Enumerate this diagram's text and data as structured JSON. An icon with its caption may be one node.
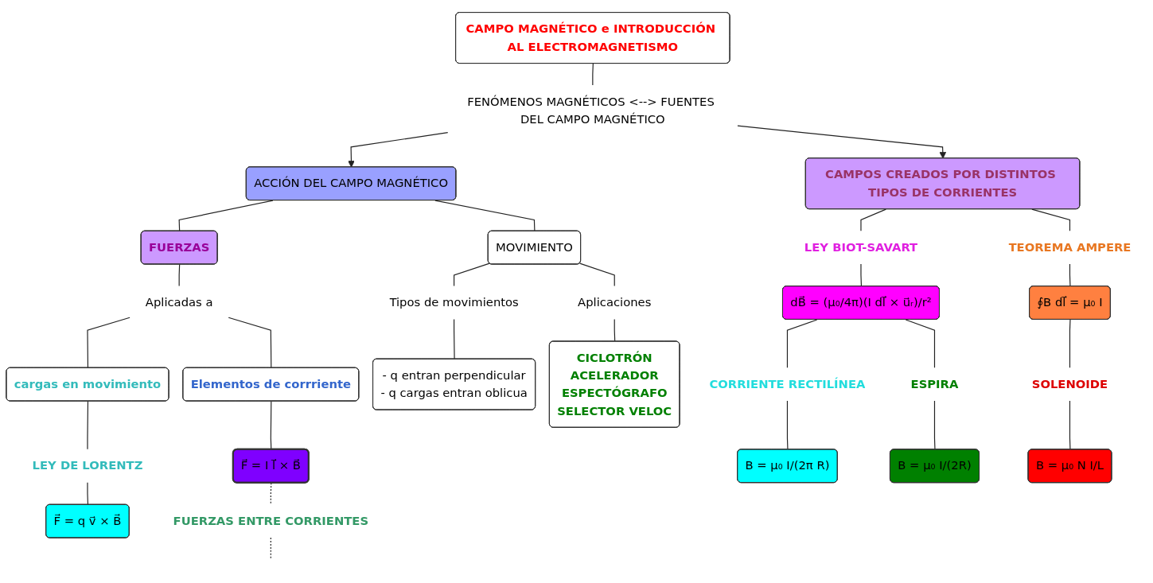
{
  "diagram": {
    "nodes": [
      {
        "text": [
          "CAMPO MAGNÉTICO e INTRODUCCIÓN AL ELECTROMAGNETISMO"
        ]
      },
      {
        "text": [
          "FENÓMENOS MAGNÉTICOS <--> FUENTES DEL CAMPO MAGNÉTICO"
        ]
      },
      {
        "text": [
          "ACCIÓN DEL CAMPO MAGNÉTICO"
        ]
      },
      {
        "text": [
          "CAMPOS CREADOS POR DISTINTOS TIPOS DE CORRIENTES"
        ]
      },
      {
        "text": [
          "FUERZAS"
        ]
      },
      {
        "text": [
          "MOVIMIENTO"
        ]
      },
      {
        "text": [
          "Aplicadas a"
        ]
      },
      {
        "text": [
          "Tipos de movimientos"
        ]
      },
      {
        "text": [
          "Aplicaciones"
        ]
      },
      {
        "text": [
          "- q entran perpendicular",
          "- q cargas entran oblicua"
        ]
      },
      {
        "text": [
          "cargas en movimiento"
        ]
      },
      {
        "text": [
          "Elementos de corrriente"
        ]
      },
      {
        "text": [
          "LEY DE LORENTZ"
        ]
      },
      {
        "text": [
          "F⃗ = q v⃗ × B⃗"
        ]
      },
      {
        "text": [
          "F⃗ = I l⃗ × B⃗"
        ]
      },
      {
        "text": [
          "FUERZAS ENTRE CORRIENTES"
        ]
      },
      {
        "text": [
          "CICLOTRÓN",
          "ACELERADOR",
          "ESPECTÓGRAFO",
          "SELECTOR VELOC"
        ]
      },
      {
        "text": [
          "LEY BIOT-SAVART"
        ]
      },
      {
        "text": [
          "TEOREMA AMPERE"
        ]
      },
      {
        "text": [
          "dB⃗ = (μ₀/4π)(I dl⃗ × u⃗ᵣ)/r²"
        ]
      },
      {
        "text": [
          "∮B dl⃗ = μ₀ I"
        ]
      },
      {
        "text": [
          "CORRIENTE RECTILÍNEA"
        ]
      },
      {
        "text": [
          "ESPIRA"
        ]
      },
      {
        "text": [
          "SOLENOIDE"
        ]
      },
      {
        "text": [
          "B = μ₀ I/(2π R)"
        ]
      },
      {
        "text": [
          "B = μ₀ I/(2R)"
        ]
      },
      {
        "text": [
          "B = μ₀ N I/L"
        ]
      }
    ],
    "edges": [
      {
        "from": 0,
        "to": 1,
        "arrow": "none"
      },
      {
        "from": 1,
        "to": 2,
        "arrow": "to"
      },
      {
        "from": 1,
        "to": 3,
        "arrow": "to"
      },
      {
        "from": 2,
        "to": 4,
        "arrow": "none"
      },
      {
        "from": 2,
        "to": 5,
        "arrow": "none"
      },
      {
        "from": 4,
        "to": 6,
        "arrow": "none"
      },
      {
        "from": 6,
        "to": 10,
        "arrow": "none"
      },
      {
        "from": 6,
        "to": 11,
        "arrow": "none"
      },
      {
        "from": 10,
        "to": 12,
        "arrow": "none"
      },
      {
        "from": 12,
        "to": 13,
        "arrow": "none"
      },
      {
        "from": 11,
        "to": 14,
        "arrow": "none"
      },
      {
        "from": 14,
        "to": 15,
        "arrow": "none",
        "style": "dashed"
      },
      {
        "from": 15,
        "to": null,
        "arrow": "none",
        "style": "dashed"
      },
      {
        "from": 5,
        "to": 7,
        "arrow": "none"
      },
      {
        "from": 7,
        "to": 9,
        "arrow": "none"
      },
      {
        "from": 5,
        "to": 8,
        "arrow": "none"
      },
      {
        "from": 8,
        "to": 16,
        "arrow": "none"
      },
      {
        "from": 3,
        "to": 17,
        "arrow": "none"
      },
      {
        "from": 3,
        "to": 18,
        "arrow": "none"
      },
      {
        "from": 17,
        "to": 19,
        "arrow": "none"
      },
      {
        "from": 18,
        "to": 20,
        "arrow": "none"
      },
      {
        "from": 19,
        "to": 21,
        "arrow": "none"
      },
      {
        "from": 19,
        "to": 22,
        "arrow": "none"
      },
      {
        "from": 20,
        "to": 23,
        "arrow": "none"
      },
      {
        "from": 21,
        "to": 24,
        "arrow": "none"
      },
      {
        "from": 22,
        "to": 25,
        "arrow": "none"
      },
      {
        "from": 23,
        "to": 26,
        "arrow": "none"
      }
    ]
  }
}
